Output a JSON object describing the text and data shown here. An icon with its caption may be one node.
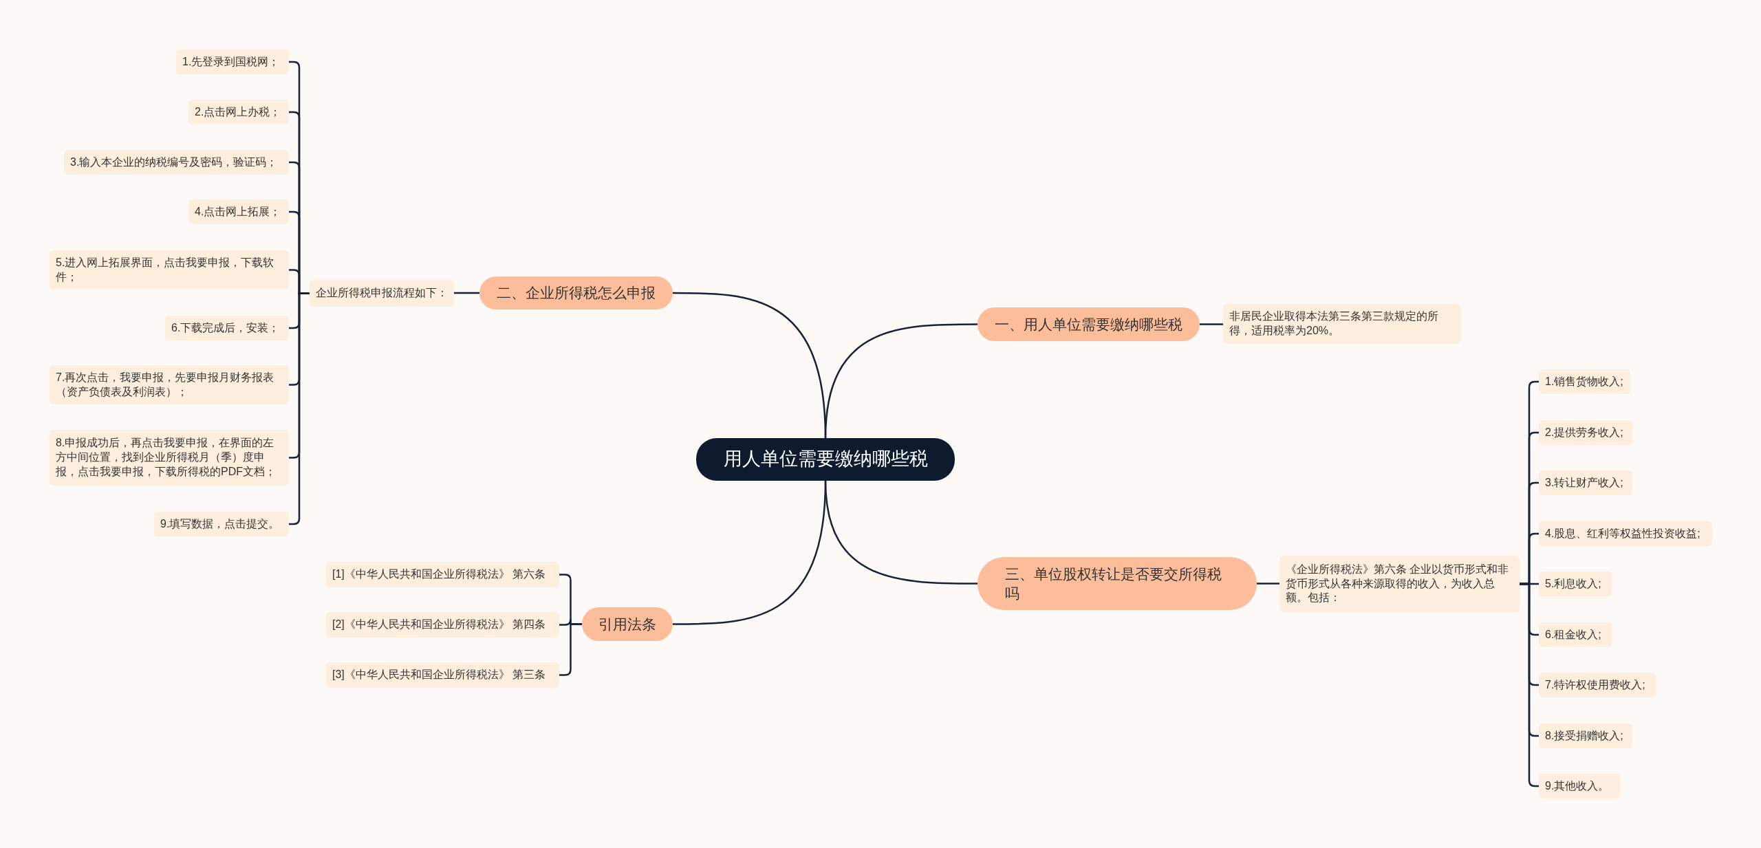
{
  "diagram": {
    "nodes": [
      {
        "text": [
          "用人单位需要缴纳哪些税"
        ]
      },
      {
        "text": [
          "二、企业所得税怎么申报"
        ]
      },
      {
        "text": [
          "企业所得税申报流程如下："
        ]
      },
      {
        "text": [
          "1.先登录到国税网；"
        ]
      },
      {
        "text": [
          "2.点击网上办税；"
        ]
      },
      {
        "text": [
          "3.输入本企业的纳税编号及密码，验证码；"
        ]
      },
      {
        "text": [
          "4.点击网上拓展；"
        ]
      },
      {
        "text": [
          "5.进入网上拓展界面，点击我要申报，下载软件；"
        ]
      },
      {
        "text": [
          "6.下载完成后，安装；"
        ]
      },
      {
        "text": [
          "7.再次点击，我要申报，先要申报月财务报表（资产负债表及利润表）；"
        ]
      },
      {
        "text": [
          "8.申报成功后，再点击我要申报，在界面的左方中间位置，找到企业所得税月（季）度申报，点击我要申报，下载所得税的PDF文档；"
        ]
      },
      {
        "text": [
          "9.填写数据，点击提交。"
        ]
      },
      {
        "text": [
          "引用法条"
        ]
      },
      {
        "text": [
          "[1]《中华人民共和国企业所得税法》 第六条"
        ]
      },
      {
        "text": [
          "[2]《中华人民共和国企业所得税法》 第四条"
        ]
      },
      {
        "text": [
          "[3]《中华人民共和国企业所得税法》 第三条"
        ]
      },
      {
        "text": [
          "一、用人单位需要缴纳哪些税"
        ]
      },
      {
        "text": [
          "非居民企业取得本法第三条第三款规定的所得，适用税率为20%。"
        ]
      },
      {
        "text": [
          "三、单位股权转让是否要交所得税吗"
        ]
      },
      {
        "text": [
          "《企业所得税法》第六条 企业以货币形式和非货币形式从各种来源取得的收入，为收入总额。包括："
        ]
      },
      {
        "text": [
          "1.销售货物收入;"
        ]
      },
      {
        "text": [
          "2.提供劳务收入;"
        ]
      },
      {
        "text": [
          "3.转让财产收入;"
        ]
      },
      {
        "text": [
          "4.股息、红利等权益性投资收益;"
        ]
      },
      {
        "text": [
          "5.利息收入;"
        ]
      },
      {
        "text": [
          "6.租金收入;"
        ]
      },
      {
        "text": [
          "7.特许权使用费收入;"
        ]
      },
      {
        "text": [
          "8.接受捐赠收入;"
        ]
      },
      {
        "text": [
          "9.其他收入。"
        ]
      }
    ],
    "edges": [
      {
        "from": 0,
        "to": 1,
        "arrow": "none"
      },
      {
        "from": 1,
        "to": 2,
        "arrow": "none"
      },
      {
        "from": 2,
        "to": 3,
        "arrow": "none"
      },
      {
        "from": 2,
        "to": 4,
        "arrow": "none"
      },
      {
        "from": 2,
        "to": 5,
        "arrow": "none"
      },
      {
        "from": 2,
        "to": 6,
        "arrow": "none"
      },
      {
        "from": 2,
        "to": 7,
        "arrow": "none"
      },
      {
        "from": 2,
        "to": 8,
        "arrow": "none"
      },
      {
        "from": 2,
        "to": 9,
        "arrow": "none"
      },
      {
        "from": 2,
        "to": 10,
        "arrow": "none"
      },
      {
        "from": 2,
        "to": 11,
        "arrow": "none"
      },
      {
        "from": 0,
        "to": 12,
        "arrow": "none"
      },
      {
        "from": 12,
        "to": 13,
        "arrow": "none"
      },
      {
        "from": 12,
        "to": 14,
        "arrow": "none"
      },
      {
        "from": 12,
        "to": 15,
        "arrow": "none"
      },
      {
        "from": 0,
        "to": 16,
        "arrow": "none"
      },
      {
        "from": 16,
        "to": 17,
        "arrow": "none"
      },
      {
        "from": 0,
        "to": 18,
        "arrow": "none"
      },
      {
        "from": 18,
        "to": 19,
        "arrow": "none"
      },
      {
        "from": 19,
        "to": 20,
        "arrow": "none"
      },
      {
        "from": 19,
        "to": 21,
        "arrow": "none"
      },
      {
        "from": 19,
        "to": 22,
        "arrow": "none"
      },
      {
        "from": 19,
        "to": 23,
        "arrow": "none"
      },
      {
        "from": 19,
        "to": 24,
        "arrow": "none"
      },
      {
        "from": 19,
        "to": 25,
        "arrow": "none"
      },
      {
        "from": 19,
        "to": 26,
        "arrow": "none"
      },
      {
        "from": 19,
        "to": 27,
        "arrow": "none"
      },
      {
        "from": 19,
        "to": 28,
        "arrow": "none"
      }
    ]
  }
}
